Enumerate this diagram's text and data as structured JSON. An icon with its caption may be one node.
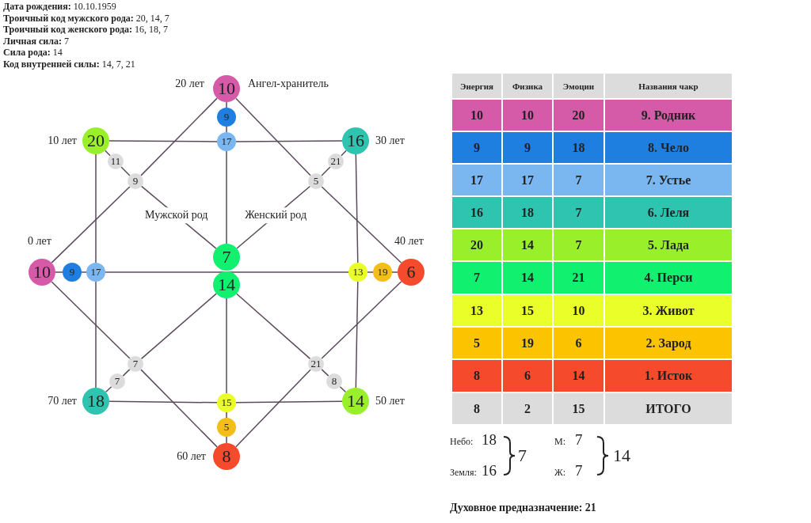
{
  "diagram": {
    "nodes": [
      {
        "text": [
          "10"
        ],
        "beside": [
          "20 лет",
          "Ангел-хранитель"
        ]
      },
      {
        "text": [
          "9"
        ]
      },
      {
        "text": [
          "20"
        ],
        "beside": [
          "10 лет"
        ]
      },
      {
        "text": [
          "17"
        ]
      },
      {
        "text": [
          "16"
        ],
        "beside": [
          "30 лет"
        ]
      },
      {
        "text": [
          "11"
        ]
      },
      {
        "text": [
          "21"
        ]
      },
      {
        "text": [
          "9"
        ]
      },
      {
        "text": [
          "5"
        ]
      },
      {
        "text": [
          "7"
        ]
      },
      {
        "text": [
          "10"
        ],
        "beside": [
          "0 лет"
        ]
      },
      {
        "text": [
          "9"
        ]
      },
      {
        "text": [
          "17"
        ]
      },
      {
        "text": [
          "13"
        ]
      },
      {
        "text": [
          "19"
        ]
      },
      {
        "text": [
          "6"
        ],
        "beside": [
          "40 лет"
        ]
      },
      {
        "text": [
          "14"
        ]
      },
      {
        "text": [
          "7"
        ]
      },
      {
        "text": [
          "21"
        ]
      },
      {
        "text": [
          "7"
        ]
      },
      {
        "text": [
          "8"
        ]
      },
      {
        "text": [
          "18"
        ],
        "beside": [
          "70 лет"
        ]
      },
      {
        "text": [
          "15"
        ]
      },
      {
        "text": [
          "14"
        ],
        "beside": [
          "50 лет"
        ]
      },
      {
        "text": [
          "5"
        ]
      },
      {
        "text": [
          "8"
        ],
        "beside": [
          "60 лет"
        ]
      }
    ],
    "edges": [
      {
        "from": 0,
        "to": 1,
        "arrow": "none"
      },
      {
        "from": 1,
        "to": 3,
        "arrow": "none"
      },
      {
        "from": 3,
        "to": 9,
        "arrow": "none"
      },
      {
        "from": 2,
        "to": 3,
        "arrow": "none"
      },
      {
        "from": 3,
        "to": 4,
        "arrow": "none"
      },
      {
        "from": 2,
        "to": 12,
        "arrow": "none"
      },
      {
        "from": 12,
        "to": 21,
        "arrow": "none"
      },
      {
        "from": 4,
        "to": 13,
        "arrow": "none"
      },
      {
        "from": 13,
        "to": 23,
        "arrow": "none"
      },
      {
        "from": 21,
        "to": 22,
        "arrow": "none"
      },
      {
        "from": 22,
        "to": 23,
        "arrow": "none"
      },
      {
        "from": 0,
        "to": 7,
        "arrow": "none"
      },
      {
        "from": 7,
        "to": 10,
        "arrow": "none"
      },
      {
        "from": 0,
        "to": 8,
        "arrow": "none"
      },
      {
        "from": 8,
        "to": 15,
        "arrow": "none"
      },
      {
        "from": 10,
        "to": 17,
        "arrow": "none"
      },
      {
        "from": 17,
        "to": 25,
        "arrow": "none"
      },
      {
        "from": 15,
        "to": 18,
        "arrow": "none"
      },
      {
        "from": 18,
        "to": 25,
        "arrow": "none"
      },
      {
        "from": 10,
        "to": 11,
        "arrow": "none"
      },
      {
        "from": 11,
        "to": 12,
        "arrow": "none"
      },
      {
        "from": 12,
        "to": 13,
        "arrow": "none"
      },
      {
        "from": 13,
        "to": 14,
        "arrow": "none"
      },
      {
        "from": 14,
        "to": 15,
        "arrow": "none"
      },
      {
        "from": 16,
        "to": 22,
        "arrow": "none"
      },
      {
        "from": 22,
        "to": 24,
        "arrow": "none"
      },
      {
        "from": 24,
        "to": 25,
        "arrow": "none"
      },
      {
        "from": 7,
        "to": 9,
        "arrow": "none",
        "label": "Мужской род"
      },
      {
        "from": 8,
        "to": 9,
        "arrow": "none",
        "label": "Женский род"
      },
      {
        "from": 16,
        "to": 17,
        "arrow": "none"
      },
      {
        "from": 16,
        "to": 18,
        "arrow": "none"
      },
      {
        "from": 2,
        "to": 5,
        "arrow": "none"
      },
      {
        "from": 5,
        "to": 7,
        "arrow": "none"
      },
      {
        "from": 4,
        "to": 6,
        "arrow": "none"
      },
      {
        "from": 6,
        "to": 8,
        "arrow": "none"
      },
      {
        "from": 21,
        "to": 19,
        "arrow": "none"
      },
      {
        "from": 19,
        "to": 17,
        "arrow": "none"
      },
      {
        "from": 23,
        "to": 20,
        "arrow": "none"
      },
      {
        "from": 20,
        "to": 18,
        "arrow": "none"
      }
    ],
    "labels": [
      "**Дата рождения:** 10.10.1959",
      "**Троичный код мужского рода:** 20, 14, 7",
      "**Троичный код женского рода:** 16, 18, 7",
      "**Личная сила:** 7",
      "**Сила рода:** 14",
      "**Код внутренней силы:** 14, 7, 21",
      "Энергия",
      "Физика",
      "Эмоции",
      "Названия чакр",
      "10",
      "10",
      "20",
      "9. Родник",
      "9",
      "9",
      "18",
      "8. Чело",
      "17",
      "17",
      "7",
      "7. Устье",
      "16",
      "18",
      "7",
      "6. Леля",
      "20",
      "14",
      "7",
      "5. Лада",
      "7",
      "14",
      "21",
      "4. Перси",
      "13",
      "15",
      "10",
      "3. Живот",
      "5",
      "19",
      "6",
      "2. Зарод",
      "8",
      "6",
      "14",
      "1. Исток",
      "8",
      "2",
      "15",
      "ИТОГО",
      "Небо:",
      "18",
      "Земля:",
      "16",
      "7",
      "М:",
      "7",
      "Ж:",
      "7",
      "14",
      "Духовное предназначение: 21"
    ]
  }
}
